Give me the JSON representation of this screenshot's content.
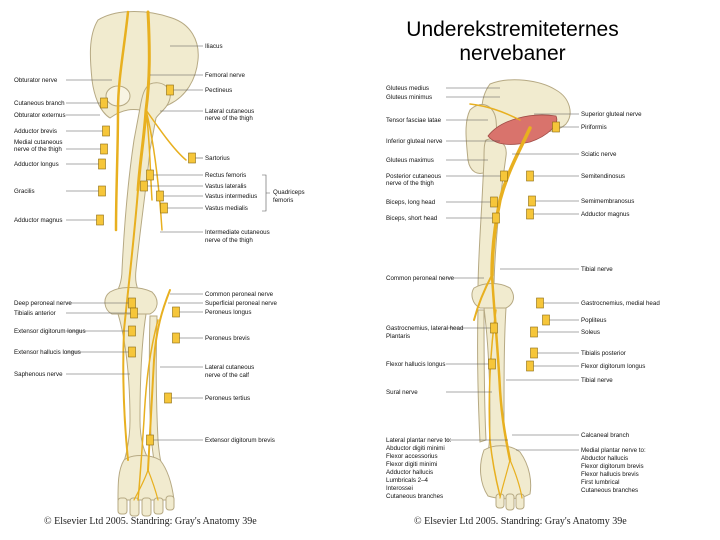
{
  "title": {
    "line1": "Underekstremiteternes",
    "line2": "nervebaner"
  },
  "copyright": {
    "left": "© Elsevier Ltd 2005. Standring: Gray's Anatomy 39e",
    "right": "© Elsevier Ltd 2005. Standring: Gray's Anatomy 39e"
  },
  "figure_a": {
    "labels_left": [
      "Obturator nerve",
      "Cutaneous branch",
      "Obturator externus",
      "Adductor brevis",
      "Medial cutaneous",
      "nerve of the thigh",
      "Adductor longus",
      "Gracilis",
      "Adductor magnus",
      "Deep peroneal nerve",
      "Tibialis anterior",
      "Extensor digitorum longus",
      "Extensor hallucis longus",
      "Saphenous nerve"
    ],
    "labels_right": [
      "Iliacus",
      "Femoral nerve",
      "Pectineus",
      "Lateral cutaneous",
      "nerve of the thigh",
      "Sartorius",
      "Rectus femoris",
      "Vastus lateralis",
      "Vastus intermedius",
      "Vastus medialis",
      "Intermediate cutaneous",
      "nerve of the thigh",
      "Common peroneal nerve",
      "Superficial peroneal nerve",
      "Peroneus longus",
      "Peroneus brevis",
      "Lateral cutaneous",
      "nerve of the calf",
      "Peroneus tertius",
      "Extensor digitorum brevis"
    ],
    "quadriceps": [
      "Quadriceps",
      "femoris"
    ]
  },
  "figure_b": {
    "labels_left": [
      "Gluteus medius",
      "Gluteus minimus",
      "Tensor fasciae latae",
      "Inferior gluteal nerve",
      "Gluteus maximus",
      "Posterior cutaneous",
      "nerve of the thigh",
      "Biceps, long head",
      "Biceps, short head",
      "Common peroneal nerve",
      "Gastrocnemius, lateral head",
      "Plantaris",
      "Flexor hallucis longus",
      "Sural nerve",
      "Lateral plantar nerve to:",
      "Abductor digiti minimi",
      "Flexor accessorius",
      "Flexor digiti minimi",
      "Adductor hallucis",
      "Lumbricals 2–4",
      "Interossei",
      "Cutaneous branches"
    ],
    "labels_right": [
      "Superior gluteal nerve",
      "Piriformis",
      "Sciatic nerve",
      "Semitendinosus",
      "Semimembranosus",
      "Adductor magnus",
      "Tibial nerve",
      "Gastrocnemius, medial head",
      "Popliteus",
      "Soleus",
      "Tibialis posterior",
      "Flexor digitorum longus",
      "Tibial nerve",
      "Calcaneal branch",
      "Medial plantar nerve to:",
      "Abductor hallucis",
      "Flexor digitorum brevis",
      "Flexor hallucis brevis",
      "First lumbrical",
      "Cutaneous branches"
    ]
  },
  "colors": {
    "bone": "#f1ebcf",
    "bone_outline": "#b6a983",
    "nerve": "#e8b020",
    "marker": "#f6c63a",
    "marker_outline": "#8a6a10",
    "muscle": "#d9736c",
    "leader": "#555555"
  }
}
